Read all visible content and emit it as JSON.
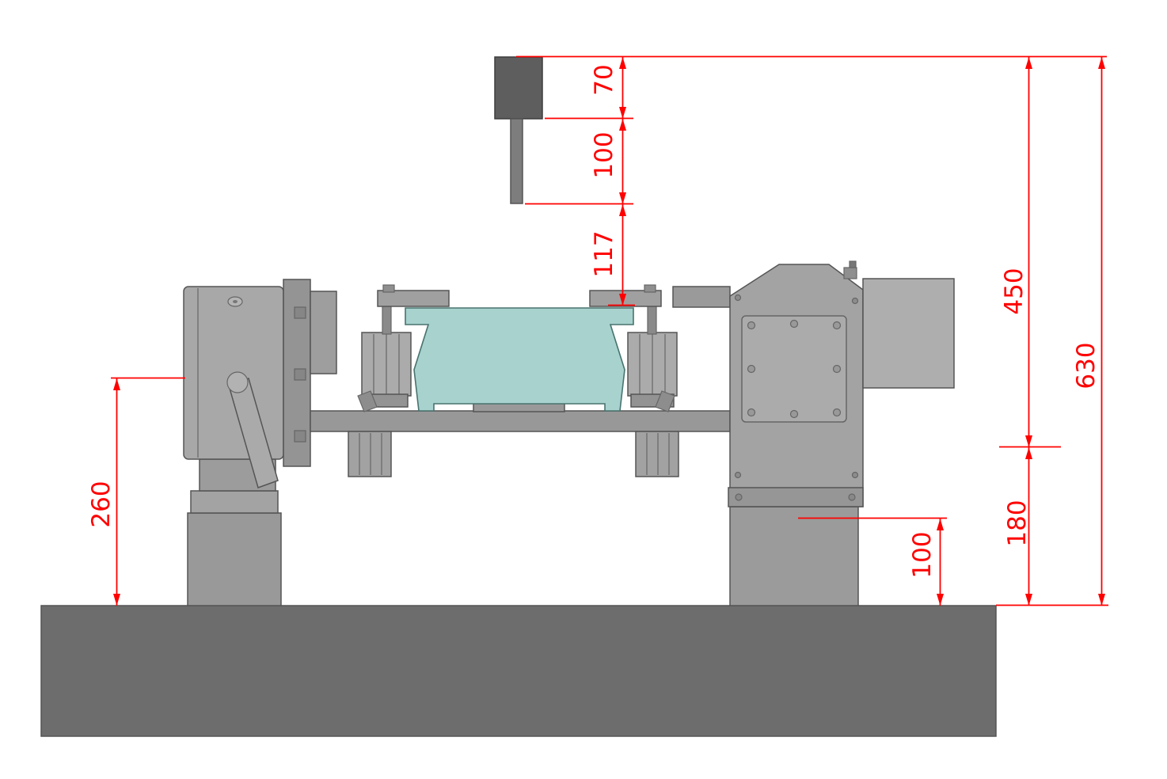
{
  "drawing": {
    "type": "cad-side-view-dimensioned",
    "dimensions": {
      "d70": "70",
      "d100_top": "100",
      "d117": "117",
      "d450": "450",
      "d630": "630",
      "d260": "260",
      "d180": "180",
      "d100_bottom": "100"
    },
    "colors": {
      "dimension_red": "#ff0000",
      "workpiece_teal": "#a7d2ce",
      "workpiece_outline": "#48736f",
      "base_plate_gray": "#6d6d6d",
      "machine_gray": "#a3a3a3",
      "tool_dark_gray": "#5e5e5e",
      "background": "#ffffff"
    }
  }
}
